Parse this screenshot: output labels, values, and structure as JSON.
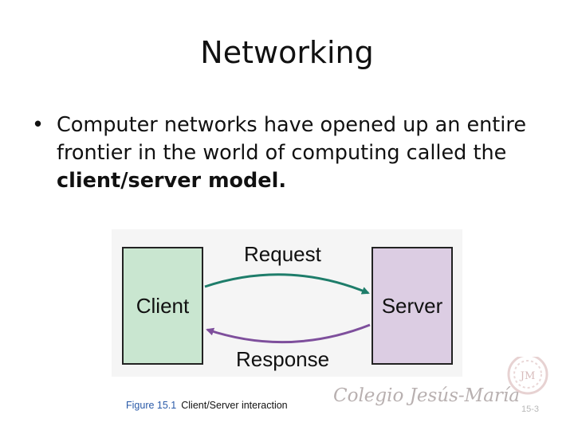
{
  "slide": {
    "title": "Networking",
    "bullet": {
      "marker": "•",
      "text": "Computer networks have opened up an entire frontier in the world of computing called the ",
      "bold_text": "client/server model."
    }
  },
  "diagram": {
    "client_label": "Client",
    "server_label": "Server",
    "request_label": "Request",
    "response_label": "Response",
    "colors": {
      "client_fill": "#c9e6d0",
      "server_fill": "#dccde3",
      "request_arrow": "#1e7d6a",
      "response_arrow": "#7e4f9c"
    }
  },
  "caption": {
    "figure_number": "Figure 15.1",
    "text": "Client/Server interaction"
  },
  "watermark": {
    "logo_text": "Colegio Jesús-María",
    "seal_initials": "JM"
  },
  "page_number": "15-3"
}
